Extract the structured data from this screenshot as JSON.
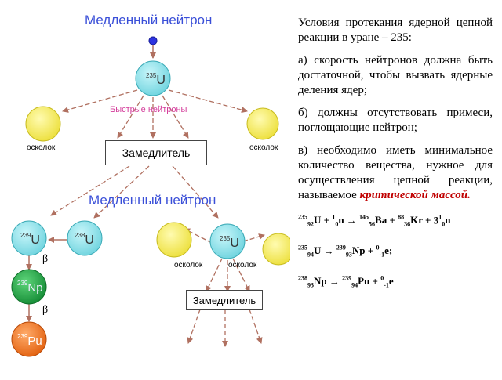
{
  "diagram": {
    "title_top": "Медленный нейтрон",
    "title_mid": "Медленный нейтрон",
    "fast_neutrons": "Быстрые нейтроны",
    "fragment": "осколок",
    "moderator": "Замедлитель",
    "beta": "β",
    "nuclei": {
      "u235_top": {
        "mass": "235",
        "symbol": "U"
      },
      "u235_bottom": {
        "mass": "235",
        "symbol": "U"
      },
      "u238": {
        "mass": "238",
        "symbol": "U"
      },
      "u239": {
        "mass": "239",
        "symbol": "U"
      },
      "np239": {
        "mass": "239",
        "symbol": "Np"
      },
      "pu239": {
        "mass": "239",
        "symbol": "Pu"
      }
    },
    "colors": {
      "uranium": "#88e0e8",
      "fragment": "#f5f062",
      "neptunium": "#22b04a",
      "plutonium": "#f07820",
      "neutron": "#2d33e0",
      "arrow": "#b07060",
      "title": "#3a4fd8",
      "fast_label": "#d43c9a"
    }
  },
  "text": {
    "heading": "Условия протекания ядерной цепной реакции в уране – 235:",
    "cond_a": "а) скорость нейтронов должна быть достаточной, чтобы вызвать ядерные деления ядер;",
    "cond_b": "б) должны отсутствовать примеси, поглощающие нейтрон;",
    "cond_c_pre": "в) необходимо иметь минимальное количество вещества, нужное для осуществления цепной реакции, называемое",
    "cond_c_term": "критической массой."
  },
  "equations": {
    "eq1": [
      {
        "sup": "235",
        "sub": "92",
        "sym": "U"
      },
      {
        "op": " + "
      },
      {
        "sup": "1",
        "sub": "0",
        "sym": "n"
      },
      {
        "op": " → "
      },
      {
        "sup": "145",
        "sub": "56",
        "sym": "Ba"
      },
      {
        "op": " + "
      },
      {
        "sup": "88",
        "sub": "36",
        "sym": "Kr"
      },
      {
        "op": " + 3"
      },
      {
        "sup": "1",
        "sub": "0",
        "sym": "n"
      }
    ],
    "eq2": [
      {
        "sup": "235",
        "sub": "94",
        "sym": "U"
      },
      {
        "op": " → "
      },
      {
        "sup": "239",
        "sub": "93",
        "sym": "Np"
      },
      {
        "op": " + "
      },
      {
        "sup": "0",
        "sub": "-1",
        "sym": "e;"
      }
    ],
    "eq3": [
      {
        "sup": "238",
        "sub": "93",
        "sym": "Np"
      },
      {
        "op": " → "
      },
      {
        "sup": "239",
        "sub": "94",
        "sym": "Pu"
      },
      {
        "op": " + "
      },
      {
        "sup": "0",
        "sub": "-1",
        "sym": "e"
      }
    ]
  }
}
